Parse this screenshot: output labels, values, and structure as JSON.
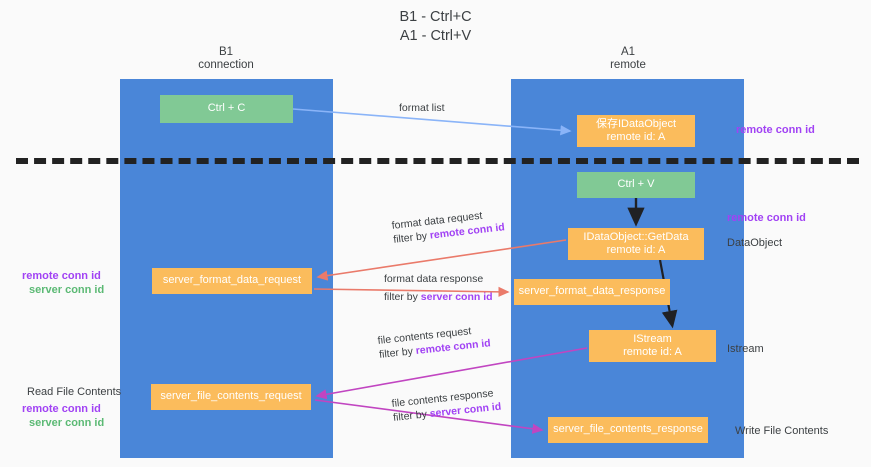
{
  "title": {
    "line1": "B1 - Ctrl+C",
    "line2": "A1 - Ctrl+V"
  },
  "lanes": [
    {
      "name": "B1",
      "subtitle": "connection"
    },
    {
      "name": "A1",
      "subtitle": "remote"
    }
  ],
  "boxes": {
    "ctrl_c": "Ctrl + C",
    "save_dataobject_l1": "保存IDataObject",
    "save_dataobject_l2": "remote id: A",
    "ctrl_v": "Ctrl + V",
    "getdata_l1": "IDataObject::GetData",
    "getdata_l2": "remote id: A",
    "server_format_data_request": "server_format_data_request",
    "server_format_data_response": "server_format_data_response",
    "istream_l1": "IStream",
    "istream_l2": "remote id: A",
    "server_file_contents_request": "server_file_contents_request",
    "server_file_contents_response": "server_file_contents_response"
  },
  "edge_labels": {
    "format_list": "format list",
    "format_data_request": "format data request",
    "format_data_request_filter_prefix": "filter by ",
    "format_data_request_filter_key": "remote conn id",
    "format_data_response": "format data response",
    "format_data_response_filter_prefix": "filter by ",
    "format_data_response_filter_key": "server conn id",
    "file_contents_request": "file contents request",
    "file_contents_request_filter_prefix": "filter by ",
    "file_contents_request_filter_key": "remote conn id",
    "file_contents_response": "file contents response",
    "file_contents_response_filter_prefix": "filter by ",
    "file_contents_response_filter_key": "server conn id"
  },
  "annotations": {
    "right_remote_conn_id_top": "remote conn id",
    "right_remote_conn_id_mid": "remote conn id",
    "right_dataobject": "DataObject",
    "right_istream": "Istream",
    "right_write_file_contents": "Write File Contents",
    "left_remote_conn_id_mid": "remote conn id",
    "left_server_conn_id_mid": "server conn id",
    "left_read_file_contents": "Read File Contents",
    "left_remote_conn_id_bottom": "remote conn id",
    "left_server_conn_id_bottom": "server conn id"
  },
  "colors": {
    "lane": "#4a86d8",
    "green_box": "#81c995",
    "orange_box": "#fbbc5c",
    "purple_text": "#a142f4",
    "green_text": "#5bb974",
    "arrow_blue": "#8ab4f8",
    "arrow_red": "#ea7a6a",
    "arrow_magenta": "#c145c1",
    "arrow_black": "#202124",
    "separator": "#222222"
  }
}
